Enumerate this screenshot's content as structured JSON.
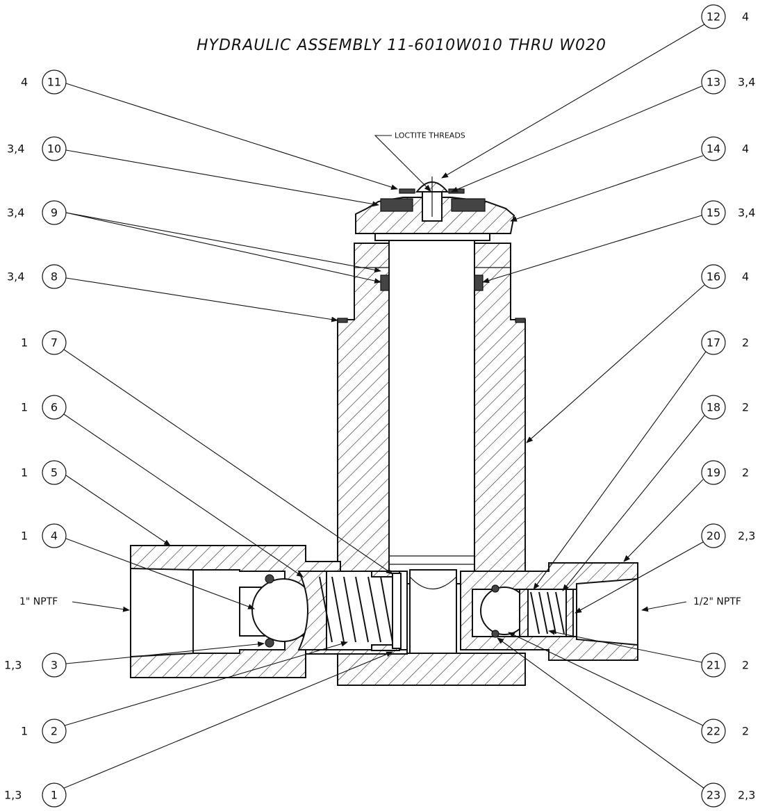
{
  "title": "HYDRAULIC ASSEMBLY 11-6010W010 THRU W020",
  "notes": {
    "loctite": "LOCTITE THREADS",
    "left_port": "1\" NPTF",
    "right_port": "1/2\" NPTF"
  },
  "callouts_left": [
    {
      "item": "11",
      "qty": "4"
    },
    {
      "item": "10",
      "qty": "3,4"
    },
    {
      "item": "9",
      "qty": "3,4"
    },
    {
      "item": "8",
      "qty": "3,4"
    },
    {
      "item": "7",
      "qty": "1"
    },
    {
      "item": "6",
      "qty": "1"
    },
    {
      "item": "5",
      "qty": "1"
    },
    {
      "item": "4",
      "qty": "1"
    },
    {
      "item": "3",
      "qty": "1,3"
    },
    {
      "item": "2",
      "qty": "1"
    },
    {
      "item": "1",
      "qty": "1,3"
    }
  ],
  "callouts_right": [
    {
      "item": "12",
      "qty": "4"
    },
    {
      "item": "13",
      "qty": "3,4"
    },
    {
      "item": "14",
      "qty": "4"
    },
    {
      "item": "15",
      "qty": "3,4"
    },
    {
      "item": "16",
      "qty": "4"
    },
    {
      "item": "17",
      "qty": "2"
    },
    {
      "item": "18",
      "qty": "2"
    },
    {
      "item": "19",
      "qty": "2"
    },
    {
      "item": "20",
      "qty": "2,3"
    },
    {
      "item": "21",
      "qty": "2"
    },
    {
      "item": "22",
      "qty": "2"
    },
    {
      "item": "23",
      "qty": "2,3"
    }
  ]
}
